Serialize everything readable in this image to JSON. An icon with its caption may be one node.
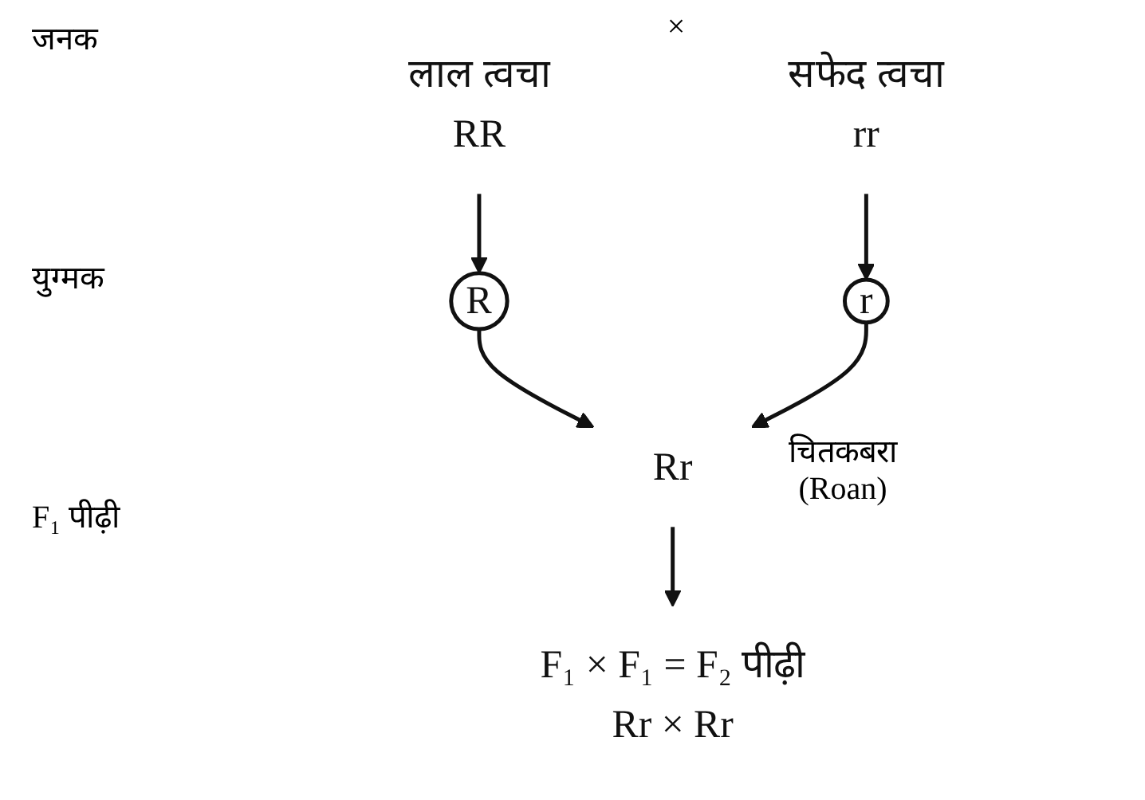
{
  "diagram": {
    "nodes": [
      {
        "text": [
          "लाल त्वचा",
          "RR"
        ]
      },
      {
        "text": [
          "सफेद त्वचा",
          "rr"
        ]
      },
      {
        "text": [
          "R"
        ]
      },
      {
        "text": [
          "r"
        ]
      },
      {
        "text": [
          "Rr"
        ],
        "beside": [
          "चितकबरा (Roan)"
        ]
      },
      {
        "text": [
          "F₁ × F₁ = F₂ पीढ़ी",
          "Rr × Rr"
        ]
      }
    ],
    "edges": [
      {
        "from": 0,
        "to": 2,
        "arrow": "to"
      },
      {
        "from": 1,
        "to": 3,
        "arrow": "to"
      },
      {
        "from": 2,
        "to": 4,
        "arrow": "to"
      },
      {
        "from": 3,
        "to": 4,
        "arrow": "to"
      },
      {
        "from": 4,
        "to": 5,
        "arrow": "to"
      }
    ],
    "labels": [
      "जनक",
      "×",
      "युग्मक",
      "F₁ पीढ़ी"
    ]
  }
}
